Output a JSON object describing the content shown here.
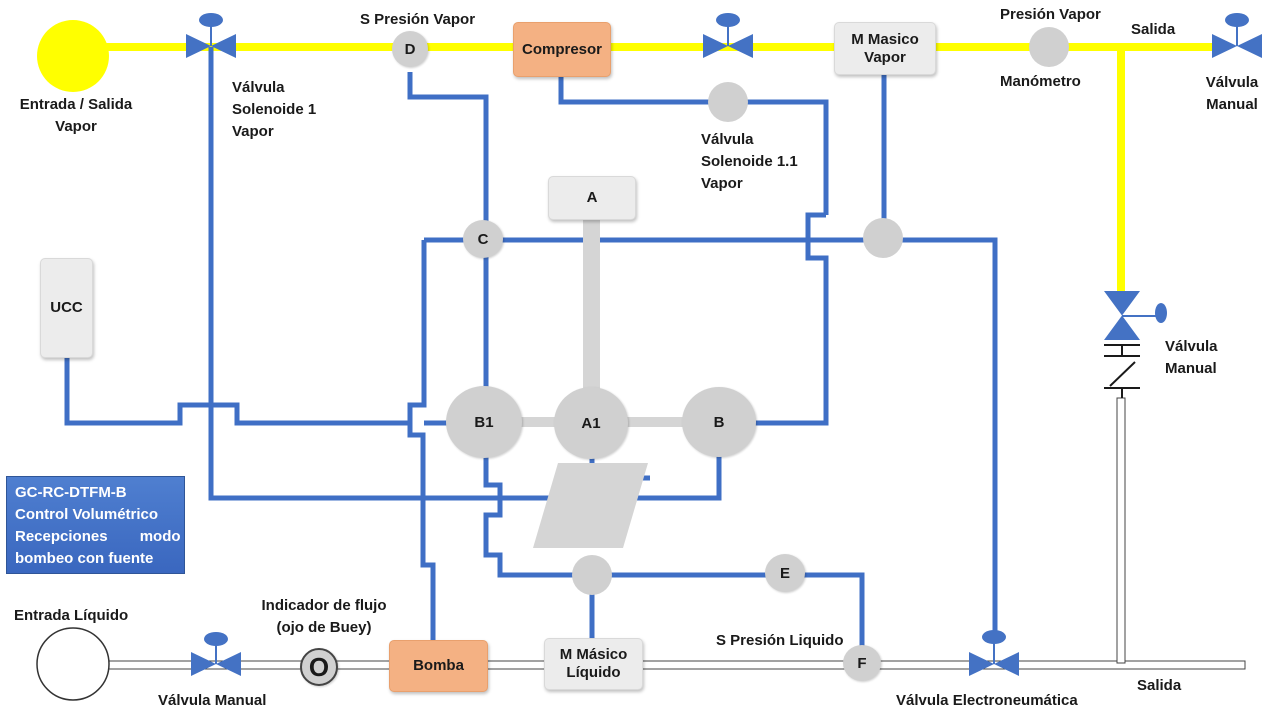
{
  "title": {
    "line1": "GC-RC-DTFM-B",
    "line2": "Control Volumétrico",
    "line3": "Recepciones modo",
    "line4": "bombeo con fuente"
  },
  "components": {
    "compresor": "Compresor",
    "m_masico_vapor_1": "M Masico",
    "m_masico_vapor_2": "Vapor",
    "ucc": "UCC",
    "a": "A",
    "bomba": "Bomba",
    "m_masico_liquido_1": "M Másico",
    "m_masico_liquido_2": "Líquido"
  },
  "nodes": {
    "d": "D",
    "c": "C",
    "b1": "B1",
    "a1": "A1",
    "b": "B",
    "e": "E",
    "f": "F",
    "flow_indicator": "O"
  },
  "labels": {
    "entrada_salida_vapor_1": "Entrada / Salida",
    "entrada_salida_vapor_2": "Vapor",
    "valvula_solenoide_1_l1": "Válvula",
    "valvula_solenoide_1_l2": "Solenoide 1",
    "valvula_solenoide_1_l3": "Vapor",
    "s_presion_vapor": "S Presión Vapor",
    "valvula_solenoide_11_l1": "Válvula",
    "valvula_solenoide_11_l2": "Solenoide 1.1",
    "valvula_solenoide_11_l3": "Vapor",
    "presion_vapor": "Presión Vapor",
    "manometro": "Manómetro",
    "salida_top": "Salida",
    "valvula_manual_top_1": "Válvula",
    "valvula_manual_top_2": "Manual",
    "valvula_manual_right_1": "Válvula",
    "valvula_manual_right_2": "Manual",
    "entrada_liquido": "Entrada Líquido",
    "indicador_flujo_1": "Indicador de flujo",
    "indicador_flujo_2": "(ojo de Buey)",
    "valvula_manual_bottom": "Válvula Manual",
    "s_presion_liquido": "S Presión Liquido",
    "valvula_electroneumatica": "Válvula Electroneumática",
    "salida_bottom": "Salida"
  },
  "colors": {
    "vapor_line": "#ffff00",
    "control_line": "#4472c4",
    "liquid_line": "#ffffff",
    "node_gray": "#d0d0d0",
    "orange": "#f4b183",
    "vapor_source": "#ffff00"
  }
}
